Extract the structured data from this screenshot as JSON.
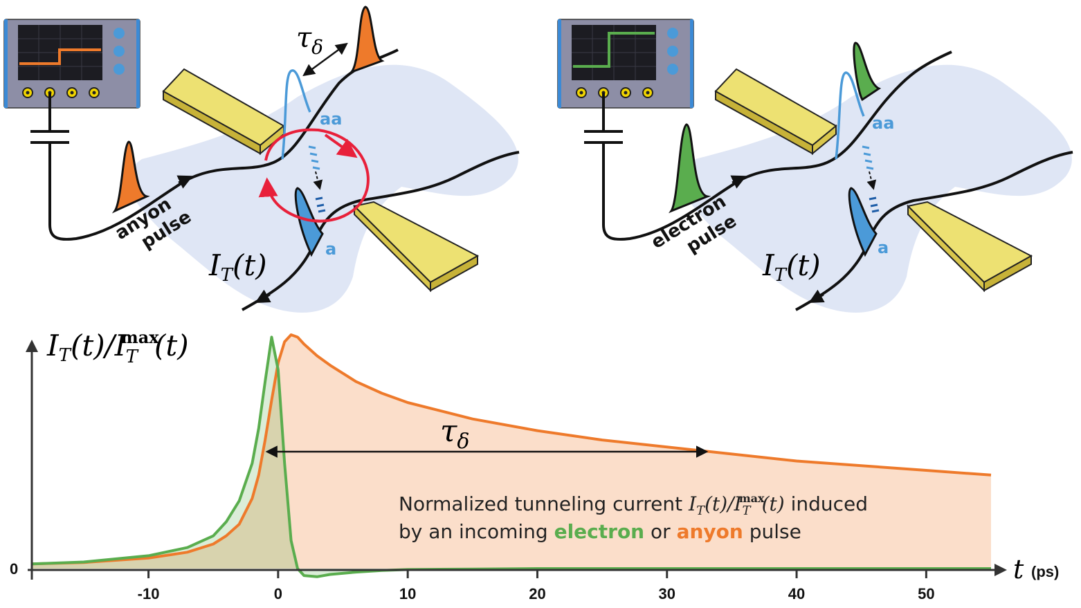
{
  "colors": {
    "anyon": "#ee7a2b",
    "electron": "#5aad4e",
    "antiparticle": "#4b9ad8",
    "loop": "#e8203a",
    "sample": "#dfe6f5",
    "gate": "#ede172",
    "gate_side": "#c7b238",
    "scope_body": "#8d8ea6",
    "scope_screen": "#1c1c22"
  },
  "icons": {
    "oscilloscope": "oscilloscope-icon",
    "capacitor": "capacitor-icon",
    "gate": "gate-electrode-icon"
  },
  "panels": {
    "left": {
      "pulse_label_1": "anyon",
      "pulse_label_2": "pulse",
      "tau_label": "τ",
      "tau_sub": "δ",
      "aa_label": "aa",
      "a_label": "a",
      "current_label": "I",
      "current_sub": "T",
      "current_arg": "(t)"
    },
    "right": {
      "pulse_label_1": "electron",
      "pulse_label_2": "pulse",
      "aa_label": "aa",
      "a_label": "a",
      "current_label": "I",
      "current_sub": "T",
      "current_arg": "(t)"
    }
  },
  "plot": {
    "ylabel_main": "I",
    "ylabel_sub": "T",
    "ylabel_arg": "(t)/",
    "ylabel_main2": "I",
    "ylabel_sub2": "T",
    "ylabel_sup2": "max",
    "ylabel_arg2": "(t)",
    "xlabel": "t",
    "xunit": "(ps)",
    "zero_label": "0",
    "tau_label": "τ",
    "tau_sub": "δ",
    "caption": {
      "line1_a": "Normalized tunneling current ",
      "line1_math": "I",
      "line1_sub": "T",
      "line1_arg": "(t)/",
      "line1_math2": "I",
      "line1_sub2": "T",
      "line1_sup2": "max",
      "line1_arg2": "(t)",
      "line1_b": " induced",
      "line2_a": "by an incoming ",
      "line2_electron": "electron",
      "line2_or": " or ",
      "line2_anyon": "anyon",
      "line2_b": " pulse"
    }
  },
  "chart_data": {
    "type": "line",
    "xlim": [
      -19,
      55
    ],
    "ylim": [
      -0.03,
      1.0
    ],
    "x_ticks": [
      -10,
      0,
      10,
      20,
      30,
      40,
      50
    ],
    "x_tick_labels": [
      "-10",
      "0",
      "10",
      "20",
      "30",
      "40",
      "50"
    ],
    "y_ticks": [
      0
    ],
    "y_tick_labels": [
      "0"
    ],
    "grid": false,
    "tau_arrow": {
      "x_from": -0.8,
      "x_to": 33,
      "y": 0.5
    },
    "series": [
      {
        "color": "#ee7a2b",
        "x": [
          -19,
          -15,
          -10,
          -7,
          -5,
          -4,
          -3,
          -2,
          -1.5,
          -1,
          -0.5,
          0,
          0.5,
          1,
          1.5,
          2,
          3,
          4,
          6,
          8,
          10,
          15,
          20,
          25,
          30,
          35,
          40,
          45,
          50,
          55
        ],
        "values": [
          0.02,
          0.026,
          0.045,
          0.07,
          0.105,
          0.14,
          0.19,
          0.3,
          0.4,
          0.55,
          0.72,
          0.88,
          0.97,
          1.0,
          0.99,
          0.96,
          0.91,
          0.87,
          0.8,
          0.75,
          0.71,
          0.64,
          0.59,
          0.55,
          0.52,
          0.49,
          0.46,
          0.44,
          0.42,
          0.4
        ]
      },
      {
        "color": "#5aad4e",
        "x": [
          -19,
          -15,
          -10,
          -7,
          -5,
          -4,
          -3,
          -2,
          -1.5,
          -1,
          -0.5,
          0,
          0.5,
          1,
          1.5,
          2,
          3,
          4,
          6,
          8,
          10,
          15,
          20,
          30,
          40,
          55
        ],
        "values": [
          0.02,
          0.028,
          0.055,
          0.09,
          0.14,
          0.2,
          0.29,
          0.45,
          0.6,
          0.8,
          0.99,
          0.85,
          0.45,
          0.12,
          0.0,
          -0.03,
          -0.035,
          -0.025,
          -0.015,
          -0.008,
          -0.004,
          -0.002,
          0.0,
          0.0,
          0.0,
          0.0
        ]
      }
    ]
  }
}
